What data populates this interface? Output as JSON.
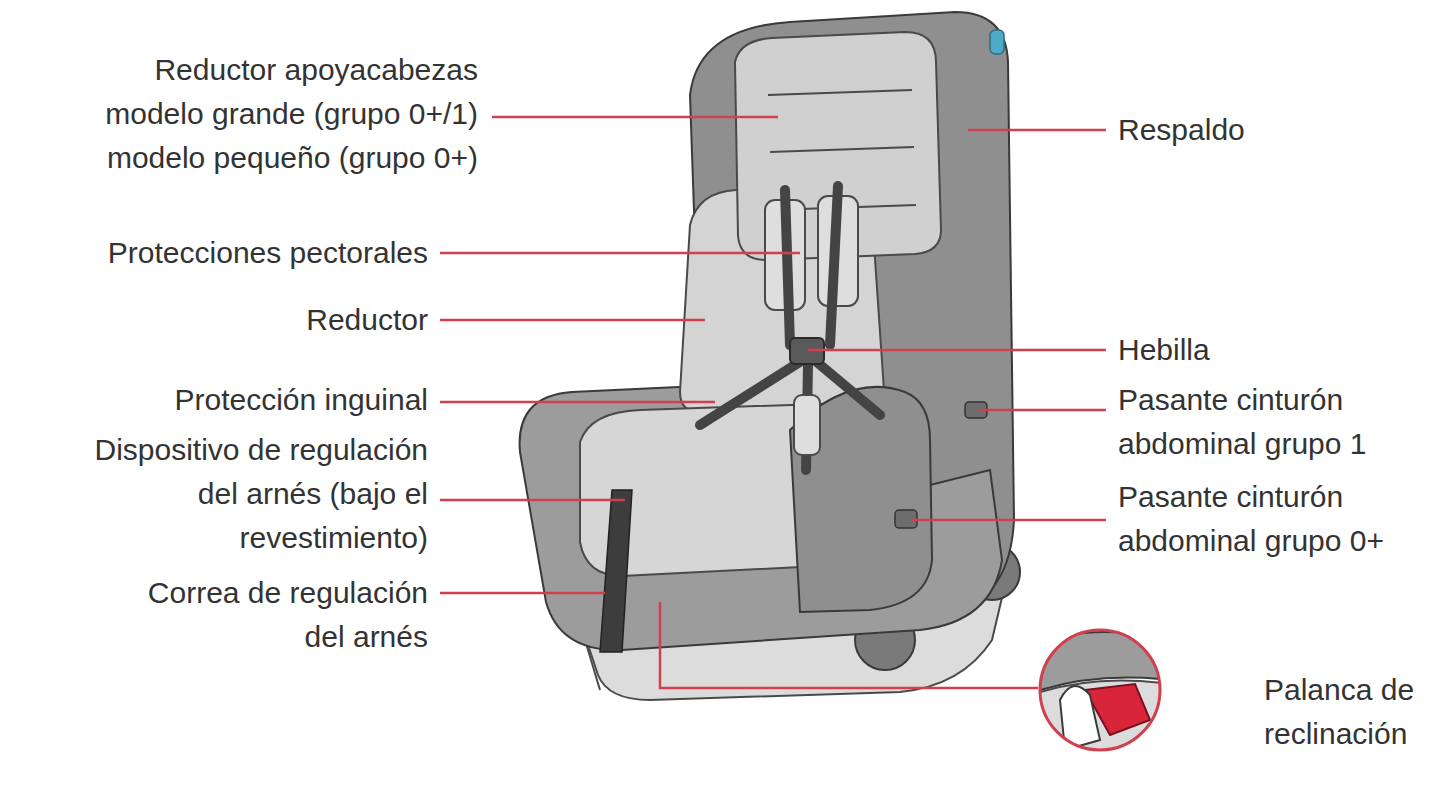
{
  "diagram": {
    "labels": [
      "Reductor apoyacabezas modelo grande (grupo 0+/1) modelo pequeño (grupo 0+)",
      "Protecciones pectorales",
      "Reductor",
      "Protección inguinal",
      "Dispositivo de regulación del arnés (bajo el revestimiento)",
      "Correa de regulación del arnés",
      "Respaldo",
      "Hebilla",
      "Pasante cinturón abdominal grupo 1",
      "Pasante cinturón abdominal grupo 0+",
      "Palanca de reclinación"
    ]
  }
}
